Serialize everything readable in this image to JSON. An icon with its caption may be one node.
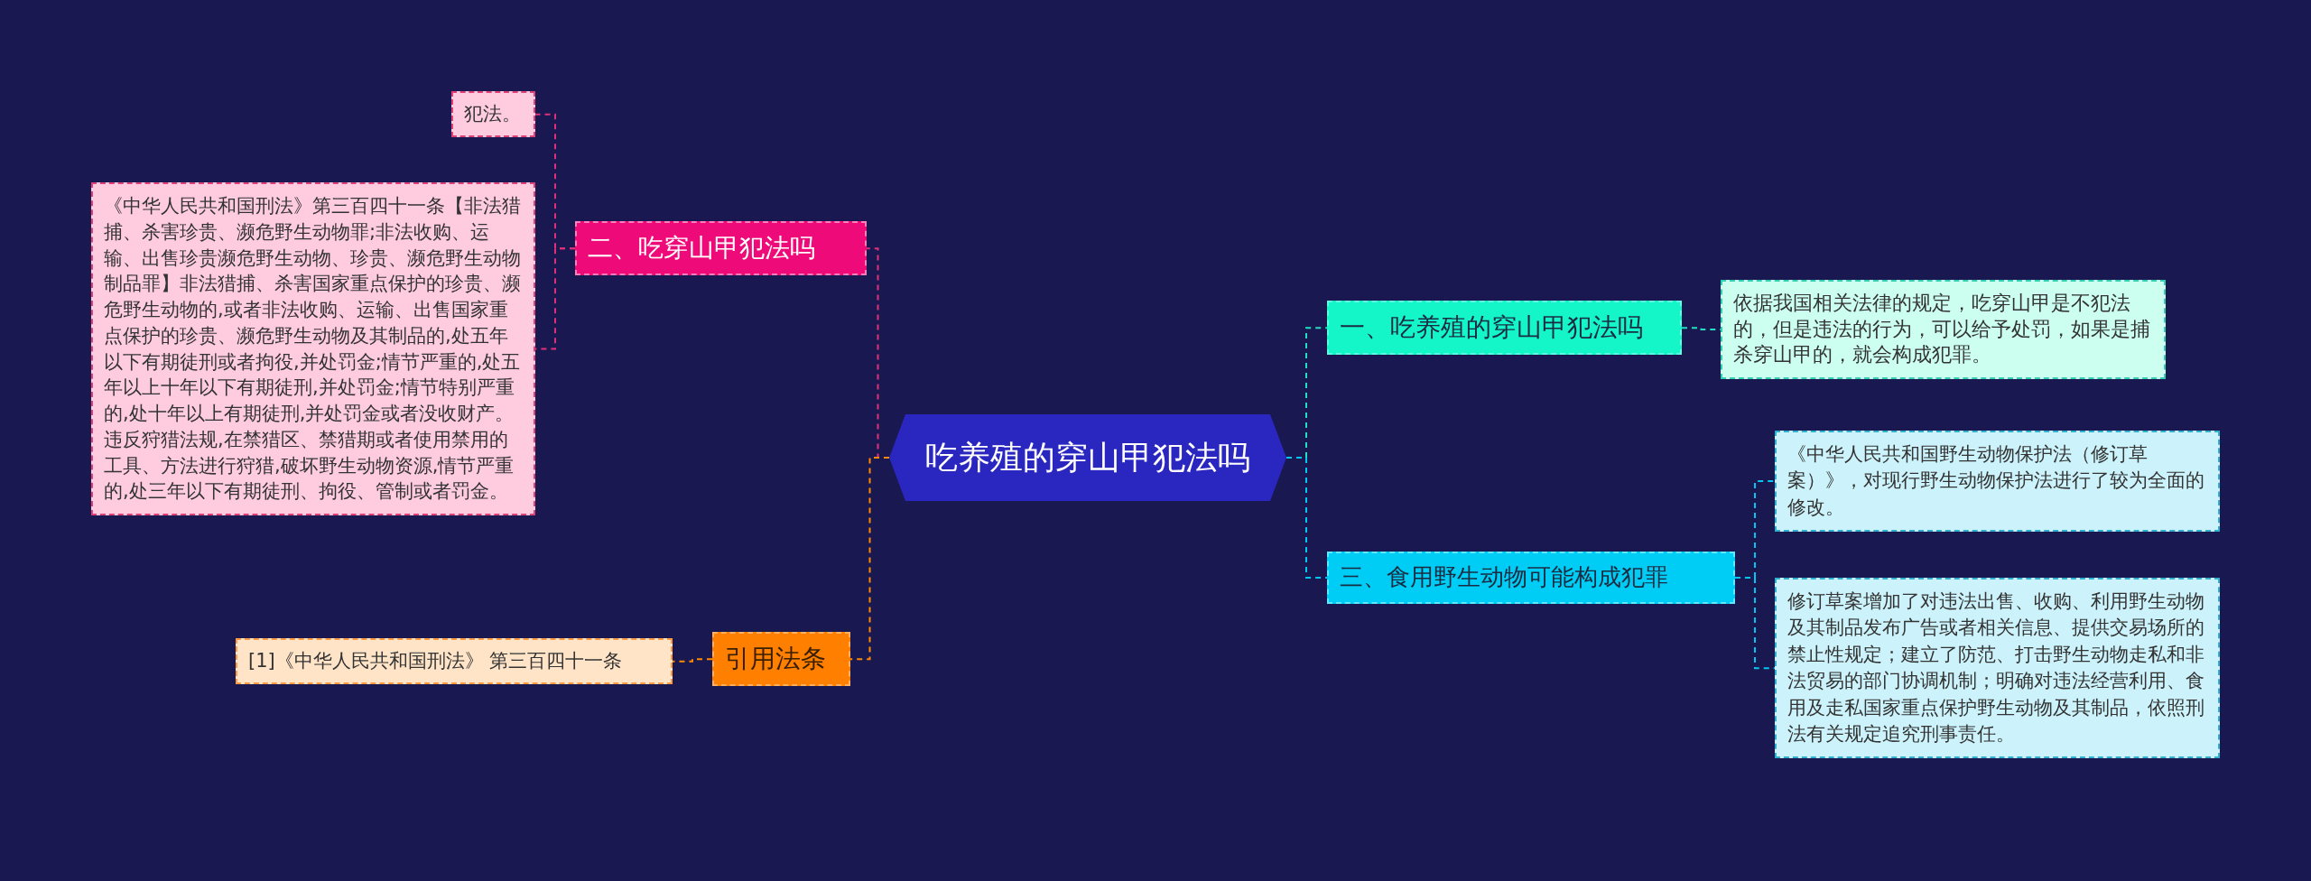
{
  "diagram": {
    "nodes": [
      {
        "text": [
          "吃养殖的穿山甲犯法吗"
        ]
      },
      {
        "text": [
          "二、吃穿山甲犯法吗"
        ]
      },
      {
        "text": [
          "犯法。"
        ]
      },
      {
        "text": [
          "《中华人民共和国刑法》第三百四十一条【非法猎捕、杀害珍贵、濒危野生动物罪;非法收购、运输、出售珍贵濒危野生动物、珍贵、濒危野生动物制品罪】非法猎捕、杀害国家重点保护的珍贵、濒危野生动物的,或者非法收购、运输、出售国家重点保护的珍贵、濒危野生动物及其制品的,处五年以下有期徒刑或者拘役,并处罚金;情节严重的,处五年以上十年以下有期徒刑,并处罚金;情节特别严重的,处十年以上有期徒刑,并处罚金或者没收财产。违反狩猎法规,在禁猎区、禁猎期或者使用禁用的工具、方法进行狩猎,破坏野生动物资源,情节严重的,处三年以下有期徒刑、拘役、管制或者罚金。"
        ]
      },
      {
        "text": [
          "引用法条"
        ]
      },
      {
        "text": [
          "[1]《中华人民共和国刑法》 第三百四十一条"
        ]
      },
      {
        "text": [
          "一、吃养殖的穿山甲犯法吗"
        ]
      },
      {
        "text": [
          "依据我国相关法律的规定，吃穿山甲是不犯法的，但是违法的行为，可以给予处罚，如果是捕杀穿山甲的，就会构成犯罪。"
        ]
      },
      {
        "text": [
          "三、食用野生动物可能构成犯罪"
        ]
      },
      {
        "text": [
          "《中华人民共和国野生动物保护法（修订草案）》，对现行野生动物保护法进行了较为全面的修改。"
        ]
      },
      {
        "text": [
          "修订草案增加了对违法出售、收购、利用野生动物及其制品发布广告或者相关信息、提供交易场所的禁止性规定；建立了防范、打击野生动物走私和非法贸易的部门协调机制；明确对违法经营利用、食用及走私国家重点保护野生动物及其制品，依照刑法有关规定追究刑事责任。"
        ]
      }
    ],
    "edges": [
      {
        "from": 0,
        "to": 1,
        "arrow": "none",
        "color": "#e0307a"
      },
      {
        "from": 1,
        "to": 2,
        "arrow": "none",
        "color": "#e0307a"
      },
      {
        "from": 1,
        "to": 3,
        "arrow": "none",
        "color": "#e0307a"
      },
      {
        "from": 0,
        "to": 4,
        "arrow": "none",
        "color": "#ff8a00"
      },
      {
        "from": 4,
        "to": 5,
        "arrow": "none",
        "color": "#ff8a00"
      },
      {
        "from": 0,
        "to": 6,
        "arrow": "none",
        "color": "#20e0c0"
      },
      {
        "from": 6,
        "to": 7,
        "arrow": "none",
        "color": "#20e0c0"
      },
      {
        "from": 0,
        "to": 8,
        "arrow": "none",
        "color": "#00c8f0"
      },
      {
        "from": 8,
        "to": 9,
        "arrow": "none",
        "color": "#00c8f0"
      },
      {
        "from": 8,
        "to": 10,
        "arrow": "none",
        "color": "#00c8f0"
      }
    ]
  }
}
